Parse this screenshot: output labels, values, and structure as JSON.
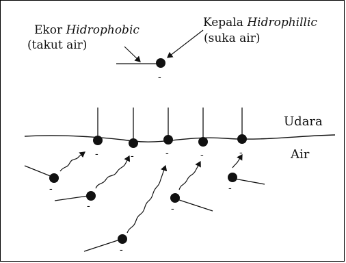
{
  "labels": {
    "tail_prefix": "Ekor ",
    "tail_italic": "Hidrophobic",
    "tail_sub": "(takut air)",
    "head_prefix": "Kepala ",
    "head_italic": "Hidrophillic",
    "head_sub": "(suka air)",
    "upper_phase": "Udara",
    "lower_phase": "Air",
    "charge": "-"
  },
  "colors": {
    "ink": "#111111",
    "background": "#ffffff"
  }
}
